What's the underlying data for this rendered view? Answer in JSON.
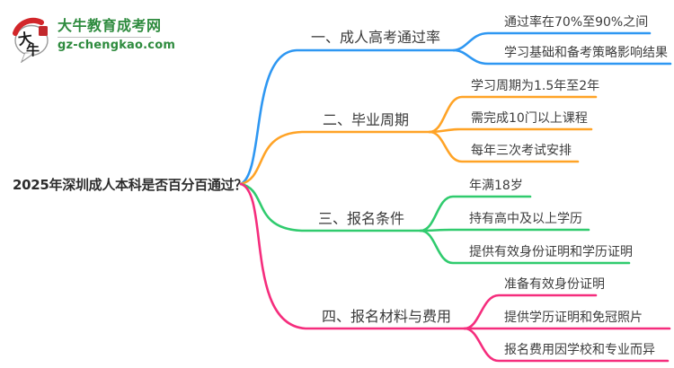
{
  "logo": {
    "icon_char_top": "大",
    "icon_char_bottom": "牛",
    "site_name": "大牛教育成考网",
    "domain": "gz-chengkao.com"
  },
  "root": {
    "label": "2025年深圳成人本科是否百分百通过？"
  },
  "branches": [
    {
      "label": "一、成人高考通过率",
      "color": "#2e97f2",
      "children": [
        {
          "label": "通过率在70%至90%之间"
        },
        {
          "label": "学习基础和备考策略影响结果"
        }
      ]
    },
    {
      "label": "二、毕业周期",
      "color": "#ffa326",
      "children": [
        {
          "label": "学习周期为1.5年至2年"
        },
        {
          "label": "需完成10门以上课程"
        },
        {
          "label": "每年三次考试安排"
        }
      ]
    },
    {
      "label": "三、报名条件",
      "color": "#30cb6e",
      "children": [
        {
          "label": "年满18岁"
        },
        {
          "label": "持有高中及以上学历"
        },
        {
          "label": "提供有效身份证明和学历证明"
        }
      ]
    },
    {
      "label": "四、报名材料与费用",
      "color": "#f52d7d",
      "children": [
        {
          "label": "准备有效身份证明"
        },
        {
          "label": "提供学历证明和免冠照片"
        },
        {
          "label": "报名费用因学校和专业而异"
        }
      ]
    }
  ]
}
